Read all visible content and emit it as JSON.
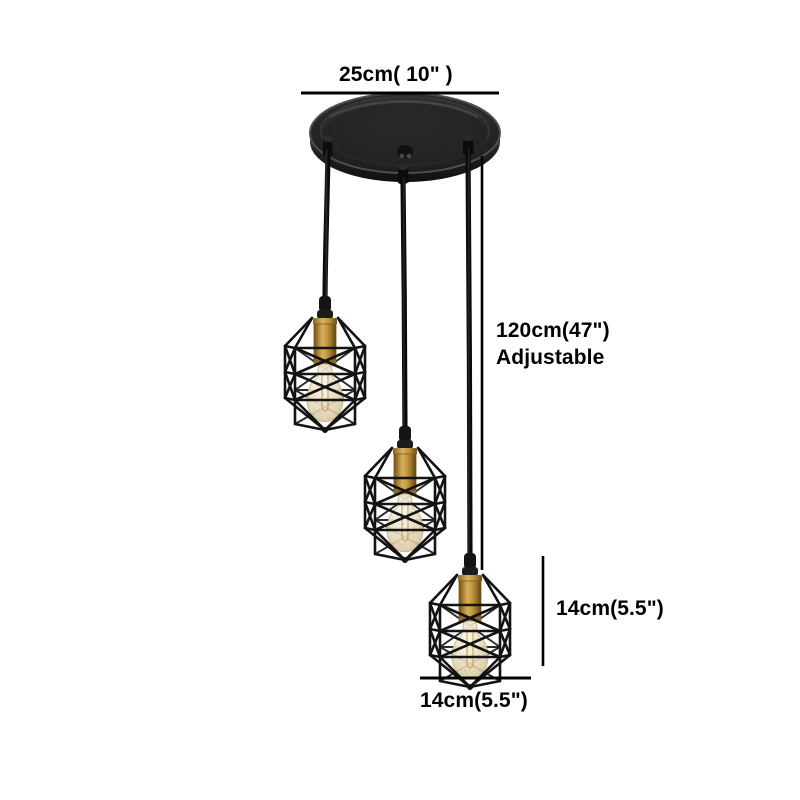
{
  "product": {
    "name": "3-light cage pendant chandelier",
    "background_color": "#ffffff",
    "metal_color": "#1a1a1a",
    "socket_color": "#b8893a",
    "bulb_color": "#e8dcc2"
  },
  "dimensions": {
    "canopy_width": {
      "label": "25cm(  10\" )",
      "metric": "25cm",
      "imperial": "10\""
    },
    "cord_drop": {
      "label_line1": "120cm(47\")",
      "label_line2": "Adjustable",
      "metric": "120cm",
      "imperial": "47\""
    },
    "shade_height": {
      "label": "14cm(5.5\")",
      "metric": "14cm",
      "imperial": "5.5\""
    },
    "shade_width": {
      "label": "14cm(5.5\")",
      "metric": "14cm",
      "imperial": "5.5\""
    }
  },
  "parts": {
    "canopy": "ceiling-canopy",
    "cords": [
      "cord-left",
      "cord-center",
      "cord-right"
    ],
    "shades": [
      "cage-shade-upper",
      "cage-shade-middle",
      "cage-shade-lower"
    ],
    "sockets": [
      "socket-upper",
      "socket-middle",
      "socket-lower"
    ],
    "bulbs": [
      "bulb-upper",
      "bulb-middle",
      "bulb-lower"
    ]
  }
}
